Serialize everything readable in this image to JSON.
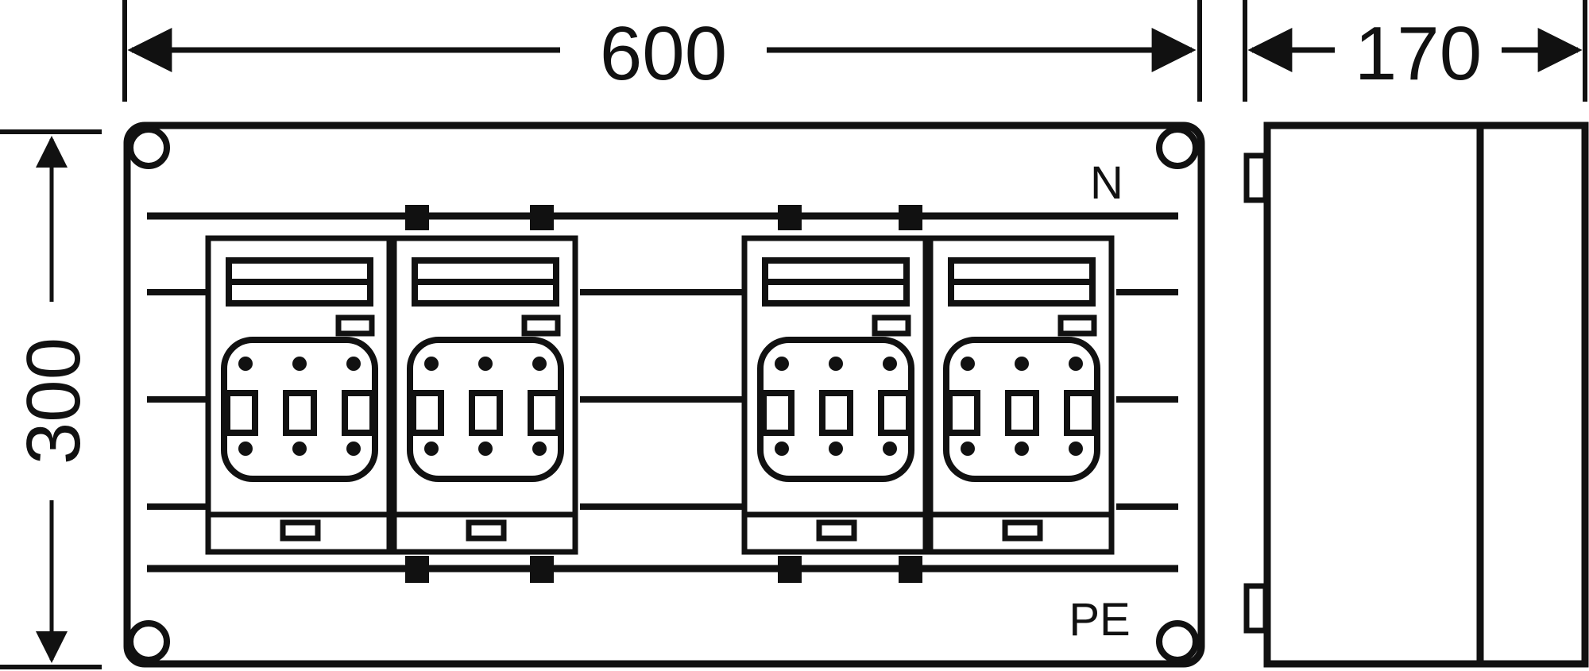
{
  "drawing": {
    "type": "enclosure dimension drawing",
    "line_color": "#111111",
    "background_color": "#ffffff"
  },
  "dimensions": {
    "width": {
      "value": "600",
      "direction": "horizontal"
    },
    "depth": {
      "value": "170",
      "direction": "horizontal"
    },
    "height": {
      "value": "300",
      "direction": "vertical"
    }
  },
  "labels": {
    "neutral_bar": "N",
    "protective_earth_bar": "PE"
  },
  "front_view": {
    "module_count": 4,
    "module_groups": [
      {
        "name": "left-pair",
        "modules": 2
      },
      {
        "name": "right-pair",
        "modules": 2
      }
    ],
    "busbars": [
      "N",
      "L1",
      "L2",
      "L3",
      "PE"
    ],
    "corner_screws": 4
  },
  "side_view": {
    "sections": 2,
    "hinges": 2
  }
}
